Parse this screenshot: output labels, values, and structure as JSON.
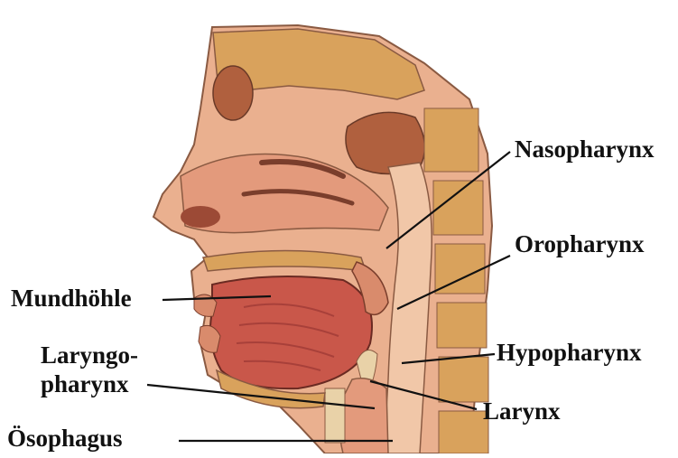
{
  "labels": {
    "nasopharynx": "Nasopharynx",
    "oropharynx": "Oropharynx",
    "mundhoehle": "Mundhöhle",
    "hypopharynx": "Hypopharynx",
    "laryngo": "Laryngo-",
    "pharynx": "pharynx",
    "larynx": "Larynx",
    "oesophagus": "Ösophagus"
  },
  "colors": {
    "skin": "#eab08f",
    "tissue": "#d98b6c",
    "muscle": "#c9574a",
    "bone": "#d9a25c",
    "cartilage": "#e9d2a8",
    "leader": "#111111"
  }
}
